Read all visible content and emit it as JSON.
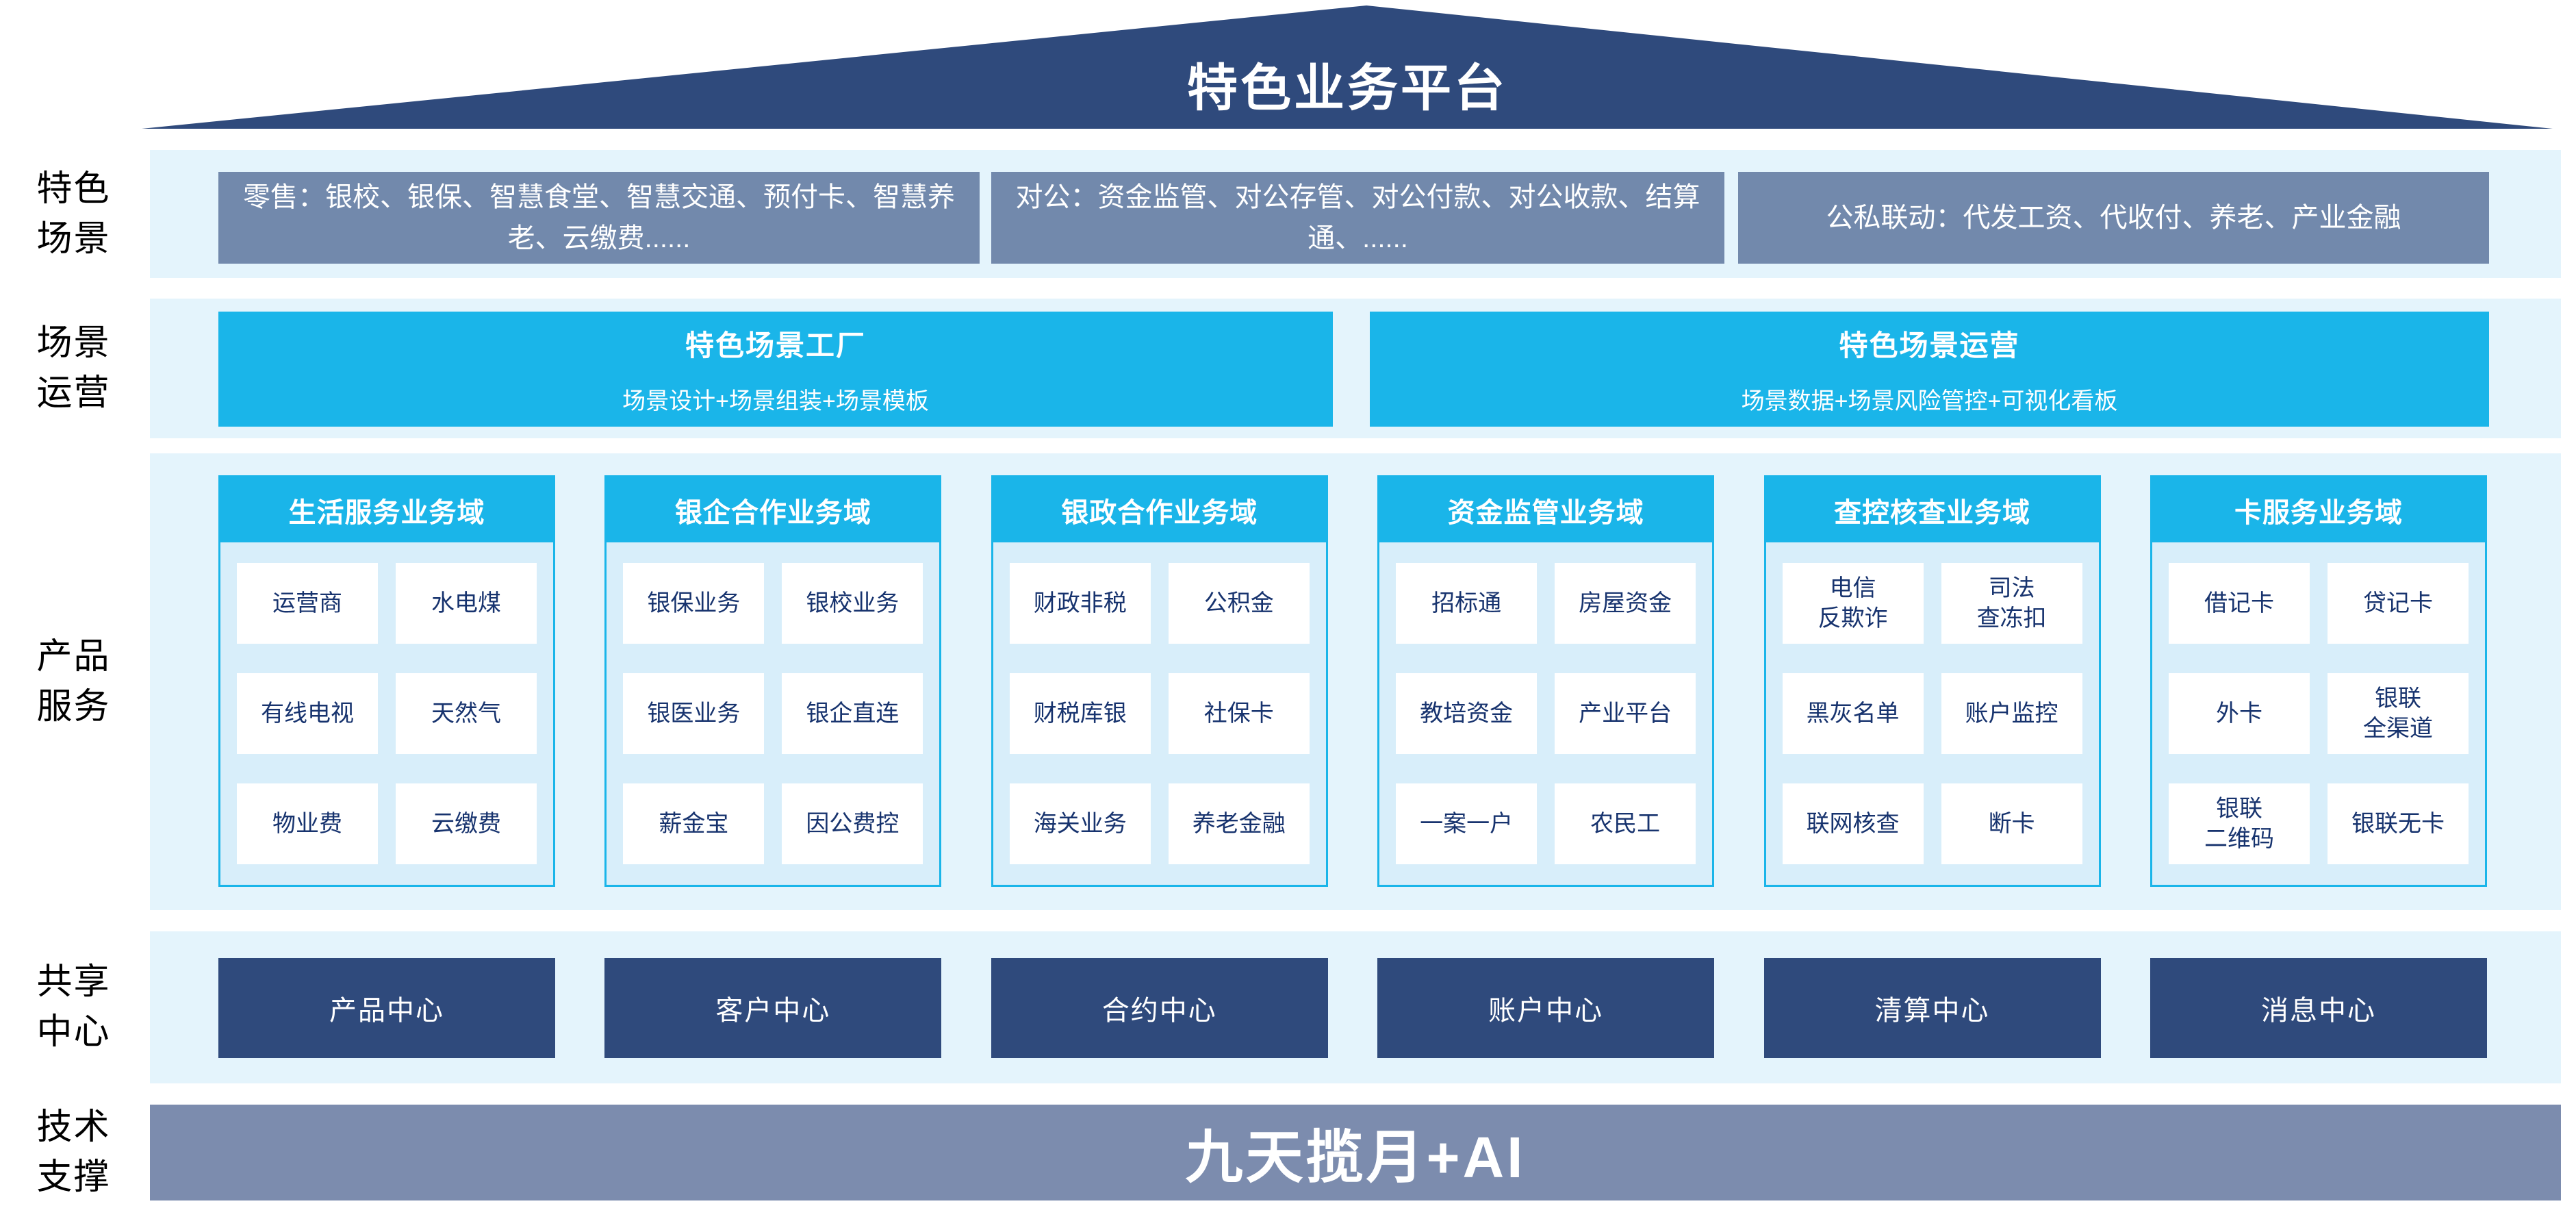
{
  "title": "特色业务平台",
  "colors": {
    "navy": "#2f4a7c",
    "slate": "#7289ac",
    "cyan": "#1ab5e9",
    "band": "#e4f4fc",
    "panel": "#d8eefa",
    "bar": "#7c8cae",
    "celltext": "#17336e"
  },
  "sections": {
    "scenes": {
      "label": "特色\n场景",
      "items": [
        "零售：银校、银保、智慧食堂、智慧交通、预付卡、智慧养老、云缴费......",
        "对公：资金监管、对公存管、对公付款、对公收款、结算通、......",
        "公私联动：代发工资、代收付、养老、产业金融"
      ]
    },
    "operation": {
      "label": "场景\n运营",
      "boxes": [
        {
          "title": "特色场景工厂",
          "subtitle": "场景设计+场景组装+场景模板"
        },
        {
          "title": "特色场景运营",
          "subtitle": "场景数据+场景风险管控+可视化看板"
        }
      ]
    },
    "products": {
      "label": "产品\n服务",
      "columns": [
        {
          "header": "生活服务业务域",
          "cells": [
            "运营商",
            "水电煤",
            "有线电视",
            "天然气",
            "物业费",
            "云缴费"
          ]
        },
        {
          "header": "银企合作业务域",
          "cells": [
            "银保业务",
            "银校业务",
            "银医业务",
            "银企直连",
            "薪金宝",
            "因公费控"
          ]
        },
        {
          "header": "银政合作业务域",
          "cells": [
            "财政非税",
            "公积金",
            "财税库银",
            "社保卡",
            "海关业务",
            "养老金融"
          ]
        },
        {
          "header": "资金监管业务域",
          "cells": [
            "招标通",
            "房屋资金",
            "教培资金",
            "产业平台",
            "一案一户",
            "农民工"
          ]
        },
        {
          "header": "查控核查业务域",
          "cells": [
            "电信\n反欺诈",
            "司法\n查冻扣",
            "黑灰名单",
            "账户监控",
            "联网核查",
            "断卡"
          ]
        },
        {
          "header": "卡服务业务域",
          "cells": [
            "借记卡",
            "贷记卡",
            "外卡",
            "银联\n全渠道",
            "银联\n二维码",
            "银联无卡"
          ]
        }
      ]
    },
    "centers": {
      "label": "共享\n中心",
      "items": [
        "产品中心",
        "客户中心",
        "合约中心",
        "账户中心",
        "清算中心",
        "消息中心"
      ]
    },
    "tech": {
      "label": "技术\n支撑",
      "text": "九天揽月+AI"
    }
  }
}
